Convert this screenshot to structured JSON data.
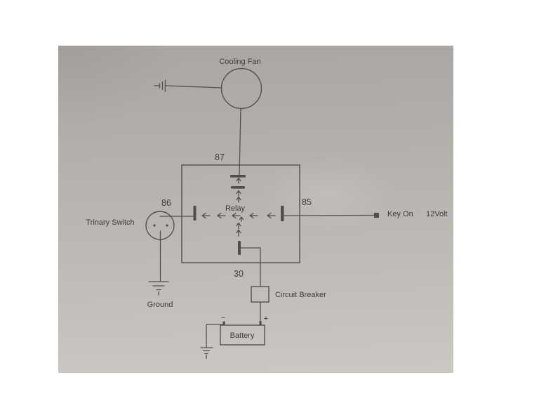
{
  "photo": {
    "paper_color_top": "#a9a6a3",
    "paper_color_bottom": "#cbc8c3",
    "ink_color": "#504e4a",
    "text_color": "#3e3c38"
  },
  "diagram": {
    "labels": {
      "cooling_fan": "Cooling Fan",
      "terminal_87": "87",
      "terminal_86": "86",
      "terminal_85": "85",
      "terminal_30": "30",
      "relay": "Relay",
      "trinary_switch": "Trinary Switch",
      "ground": "Ground",
      "key_on": "Key On",
      "key_on_voltage": "12Volt",
      "circuit_breaker": "Circuit Breaker",
      "battery": "Battery",
      "battery_positive": "+",
      "battery_negative": "−"
    }
  }
}
